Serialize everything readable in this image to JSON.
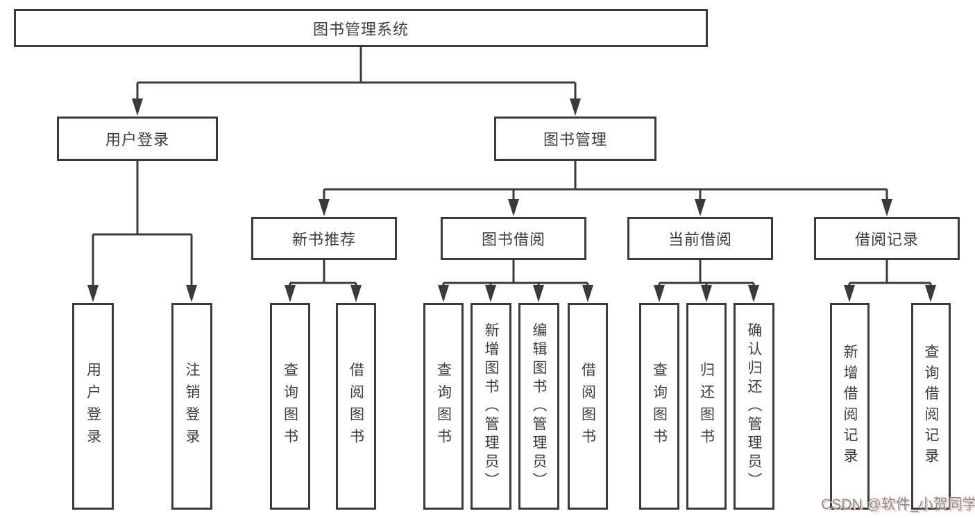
{
  "diagram": {
    "root": {
      "label": "图书管理系统"
    },
    "level2": [
      {
        "id": "user-login",
        "label": "用户登录"
      },
      {
        "id": "book-management",
        "label": "图书管理"
      }
    ],
    "level3": [
      {
        "id": "new-book-recommend",
        "parent": "图书管理",
        "label": "新书推荐"
      },
      {
        "id": "book-borrowing",
        "parent": "图书管理",
        "label": "图书借阅"
      },
      {
        "id": "current-borrowing",
        "parent": "图书管理",
        "label": "当前借阅"
      },
      {
        "id": "borrowing-records",
        "parent": "图书管理",
        "label": "借阅记录"
      }
    ],
    "leaves": [
      {
        "parent": "用户登录",
        "label": "用户登录"
      },
      {
        "parent": "用户登录",
        "label": "注销登录"
      },
      {
        "parent": "新书推荐",
        "label": "查询图书"
      },
      {
        "parent": "新书推荐",
        "label": "借阅图书"
      },
      {
        "parent": "图书借阅",
        "label": "查询图书"
      },
      {
        "parent": "图书借阅",
        "label": "新增图书（管理员）"
      },
      {
        "parent": "图书借阅",
        "label": "编辑图书（管理员）"
      },
      {
        "parent": "图书借阅",
        "label": "借阅图书"
      },
      {
        "parent": "当前借阅",
        "label": "查询图书"
      },
      {
        "parent": "当前借阅",
        "label": "归还图书"
      },
      {
        "parent": "当前借阅",
        "label": "确认归还（管理员）"
      },
      {
        "parent": "借阅记录",
        "label": "新增借阅记录"
      },
      {
        "parent": "借阅记录",
        "label": "查询借阅记录"
      }
    ],
    "colors": {
      "line": "#3a3a3a",
      "text": "#3d3d3d",
      "background": "#ffffff"
    }
  },
  "watermark": {
    "text": "CSDN @软件_小贺同学"
  }
}
